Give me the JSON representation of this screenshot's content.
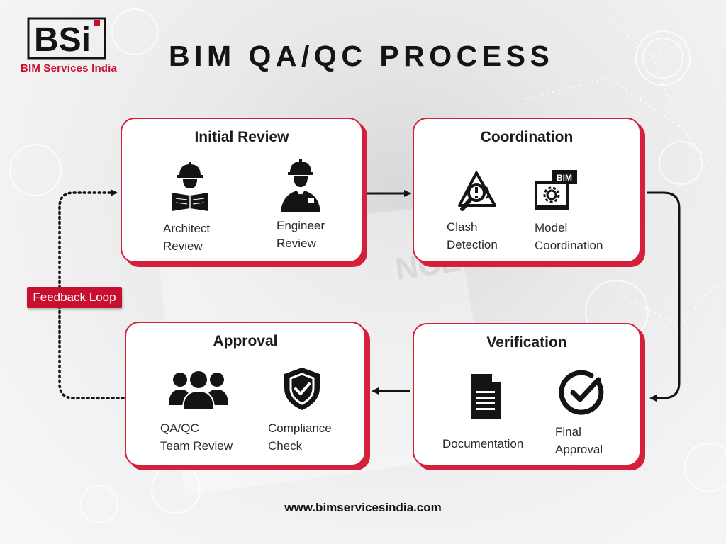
{
  "header": {
    "title": "BIM QA/QC PROCESS",
    "logo_mark": "BSi",
    "logo_subtitle": "BIM Services India"
  },
  "cards": [
    {
      "title": "Initial Review",
      "items": [
        {
          "icon": "architect-icon",
          "line1": "Architect",
          "line2": "Review"
        },
        {
          "icon": "engineer-icon",
          "line1": "Engineer",
          "line2": "Review"
        }
      ]
    },
    {
      "title": "Coordination",
      "items": [
        {
          "icon": "clash-detection-icon",
          "line1": "Clash",
          "line2": "Detection"
        },
        {
          "icon": "model-coordination-icon",
          "line1": "Model",
          "line2": "Coordination",
          "badge": "BIM"
        }
      ]
    },
    {
      "title": "Verification",
      "items": [
        {
          "icon": "document-icon",
          "line1": "Documentation",
          "line2": ""
        },
        {
          "icon": "check-circle-icon",
          "line1": "Final",
          "line2": "Approval"
        }
      ]
    },
    {
      "title": "Approval",
      "items": [
        {
          "icon": "team-icon",
          "line1": "QA/QC",
          "line2": "Team Review"
        },
        {
          "icon": "shield-check-icon",
          "line1": "Compliance",
          "line2": "Check"
        }
      ]
    }
  ],
  "feedback_label": "Feedback Loop",
  "footer": {
    "url": "www.bimservicesindia.com"
  },
  "colors": {
    "accent": "#d4203a",
    "brand": "#c8102e",
    "text": "#141414"
  }
}
